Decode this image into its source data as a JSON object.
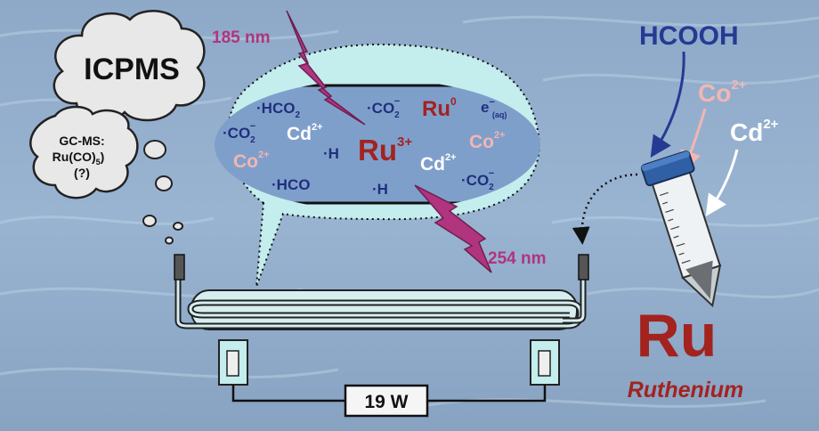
{
  "cloud_big": {
    "label": "ICPMS"
  },
  "cloud_small": {
    "line1": "GC-MS:",
    "line2_main": "Ru(CO)",
    "line2_sub": "5",
    "line3": "(?)"
  },
  "wavelengths": {
    "top": "185 nm",
    "bottom": "254 nm"
  },
  "power": {
    "label": "19 W"
  },
  "reagents": {
    "formic_acid": "HCOOH",
    "cobalt": {
      "symbol": "Co",
      "charge": "2+"
    },
    "cadmium": {
      "symbol": "Cd",
      "charge": "2+"
    }
  },
  "element": {
    "symbol": "Ru",
    "name": "Ruthenium"
  },
  "species": {
    "hco2_radical": {
      "main": "·HCO",
      "sub": "2"
    },
    "co2_radical_top": {
      "main": "·CO",
      "sub": "2",
      "sup": "−"
    },
    "ru0": {
      "main": "Ru",
      "sup": "0"
    },
    "e_aq": {
      "main": "e",
      "sup": "−",
      "sub": "(aq)"
    },
    "co2_radical_left": {
      "main": "·CO",
      "sub": "2",
      "sup": "−"
    },
    "cd_left": {
      "main": "Cd",
      "sup": "2+"
    },
    "h_left": {
      "main": "·H"
    },
    "ru3": {
      "main": "Ru",
      "sup": "3+"
    },
    "co_right": {
      "main": "Co",
      "sup": "2+"
    },
    "co_left": {
      "main": "Co",
      "sup": "2+"
    },
    "cd_right": {
      "main": "Cd",
      "sup": "2+"
    },
    "hco_radical": {
      "main": "·HCO"
    },
    "h_bottom": {
      "main": "·H"
    },
    "co2_radical_right": {
      "main": "·CO",
      "sub": "2",
      "sup": "−"
    }
  },
  "colors": {
    "lightning": "#b0357e",
    "ru_red": "#a3231f",
    "co_pink": "#f2b6b3",
    "hcooh_blue": "#253a93",
    "species_blue": "#1f2f7d",
    "bubble_fill": "#c4eded",
    "band_fill": "#7f9fcb"
  }
}
